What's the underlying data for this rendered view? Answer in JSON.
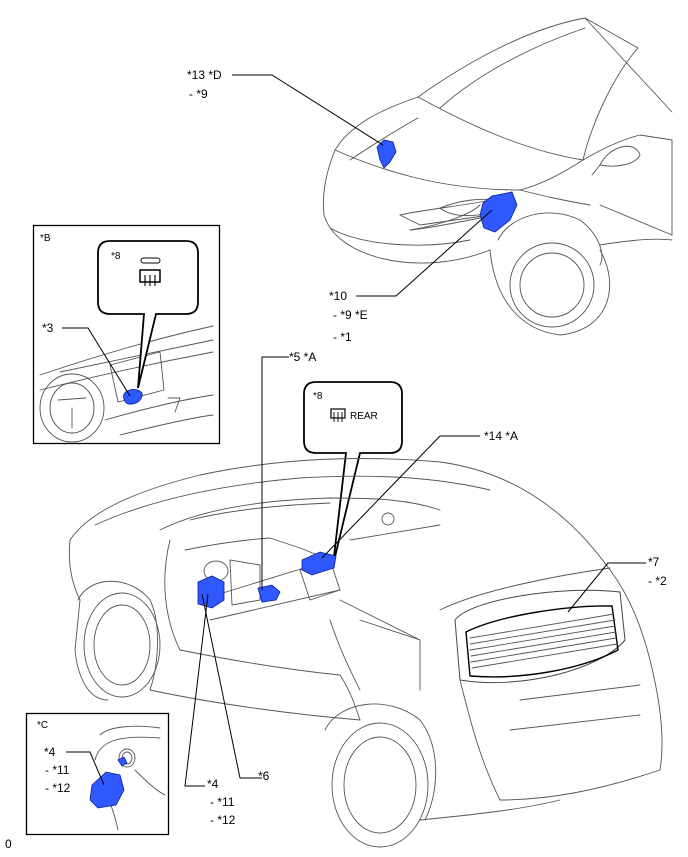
{
  "callouts": {
    "c13d": "*13 *D",
    "c13d_sub": "- *9",
    "c10": "*10",
    "c10_sub1": "- *9 *E",
    "c10_sub2": "- *1",
    "c5a": "*5 *A",
    "c14a": "*14 *A",
    "c7": "*7",
    "c7_sub": "- *2",
    "c4": "*4",
    "c4_sub1": "- *11",
    "c4_sub2": "- *12",
    "c6": "*6"
  },
  "inset_b": {
    "title": "*B",
    "bubble_label": "*8",
    "part_label": "*3"
  },
  "inset_c": {
    "title": "*C",
    "part_label": "*4",
    "sub1": "- *11",
    "sub2": "- *12"
  },
  "rear_switch_bubble": {
    "label": "*8",
    "switch_text": "REAR"
  },
  "corner_mark": "0",
  "icons": [
    "defogger-icon",
    "rear-defogger-icon"
  ],
  "colors": {
    "part_fill": "#2f58ff",
    "line": "#000000"
  }
}
